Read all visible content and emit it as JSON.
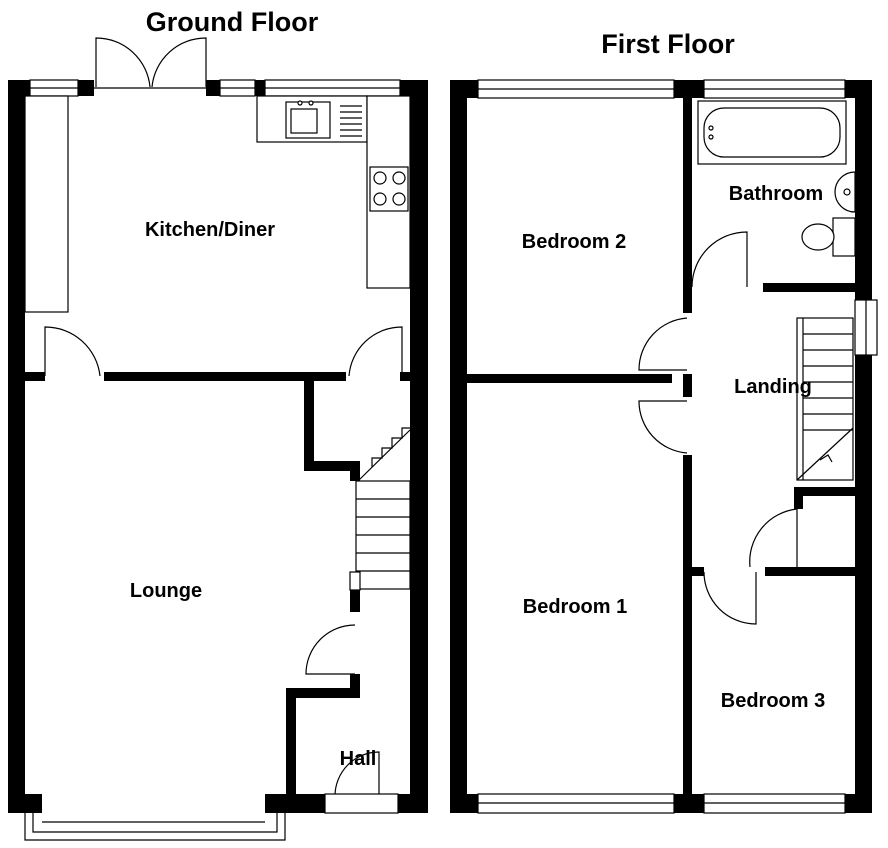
{
  "ground_floor": {
    "title": "Ground Floor",
    "rooms": {
      "kitchen": "Kitchen/Diner",
      "lounge": "Lounge",
      "hall": "Hall"
    }
  },
  "first_floor": {
    "title": "First Floor",
    "rooms": {
      "bedroom2": "Bedroom 2",
      "bathroom": "Bathroom",
      "landing": "Landing",
      "bedroom1": "Bedroom 1",
      "bedroom3": "Bedroom 3"
    }
  }
}
